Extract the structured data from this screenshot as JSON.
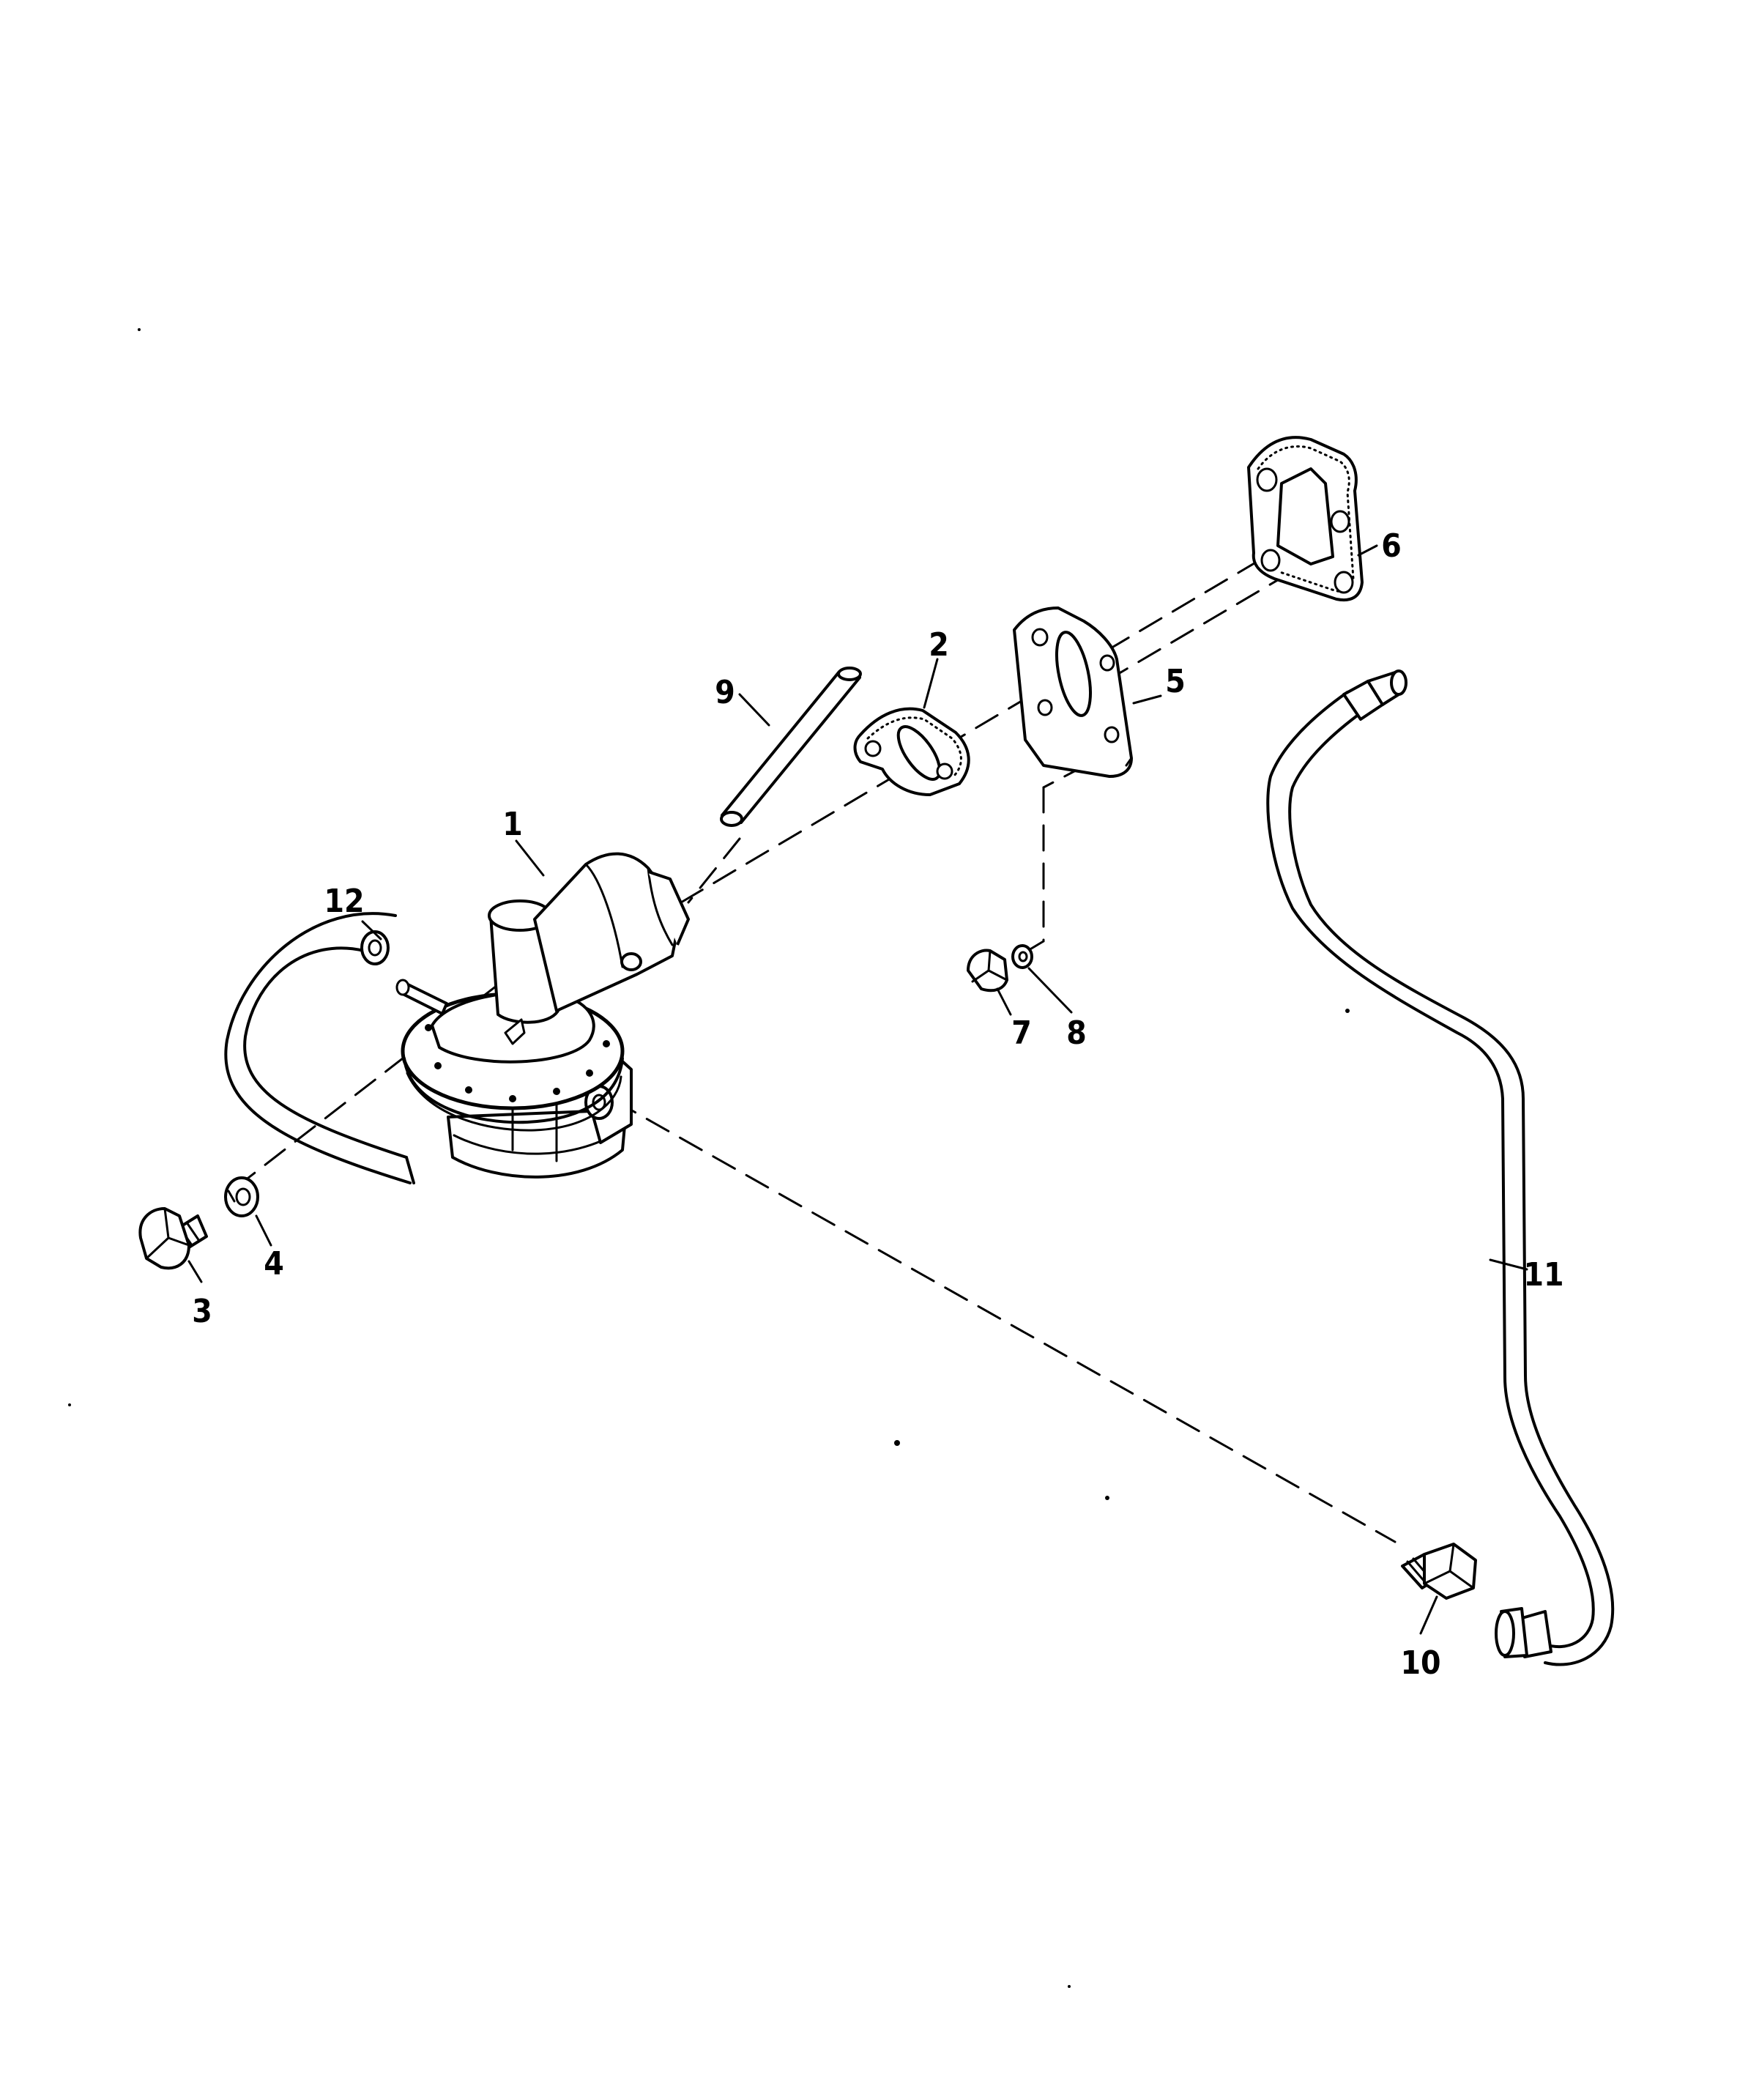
{
  "diagram": {
    "parts": [
      {
        "number": "1"
      },
      {
        "number": "2"
      },
      {
        "number": "3"
      },
      {
        "number": "4"
      },
      {
        "number": "5"
      },
      {
        "number": "6"
      },
      {
        "number": "7"
      },
      {
        "number": "8"
      },
      {
        "number": "9"
      },
      {
        "number": "10"
      },
      {
        "number": "11"
      },
      {
        "number": "12"
      }
    ]
  }
}
